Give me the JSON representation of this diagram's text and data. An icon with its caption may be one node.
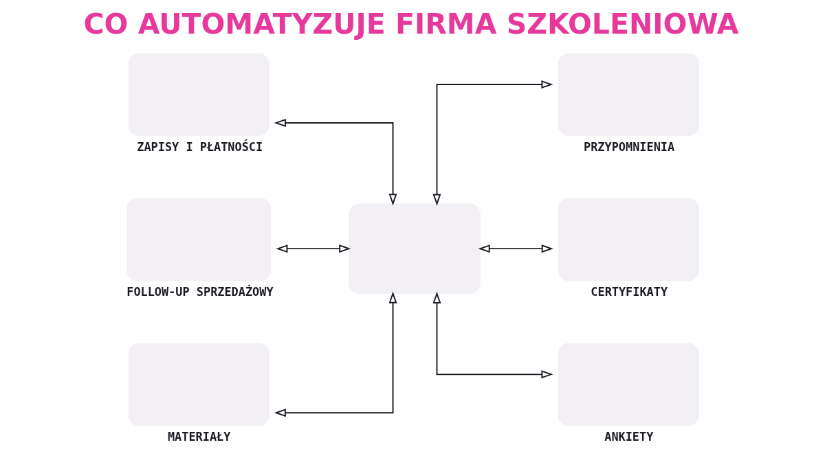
{
  "diagram": {
    "title": "CO AUTOMATYZUJE FIRMA SZKOLENIOWA",
    "nodes": [
      {
        "text": [
          "ZAPISY I PŁATNOŚCI"
        ]
      },
      {
        "text": [
          "PRZYPOMNIENIA"
        ]
      },
      {
        "text": [
          "FOLLOW-UP SPRZEDAŻOWY"
        ]
      },
      {
        "text": [],
        "shape": "box"
      },
      {
        "text": [
          "CERTYFIKATY"
        ]
      },
      {
        "text": [
          "MATERIAŁY"
        ]
      },
      {
        "text": [
          "ANKIETY"
        ]
      }
    ],
    "edges": [
      {
        "from": 0,
        "to": 3,
        "arrow": "both"
      },
      {
        "from": 3,
        "to": 1,
        "arrow": "both"
      },
      {
        "from": 2,
        "to": 3,
        "arrow": "both"
      },
      {
        "from": 3,
        "to": 4,
        "arrow": "both"
      },
      {
        "from": 5,
        "to": 3,
        "arrow": "both"
      },
      {
        "from": 3,
        "to": 6,
        "arrow": "both"
      }
    ]
  }
}
